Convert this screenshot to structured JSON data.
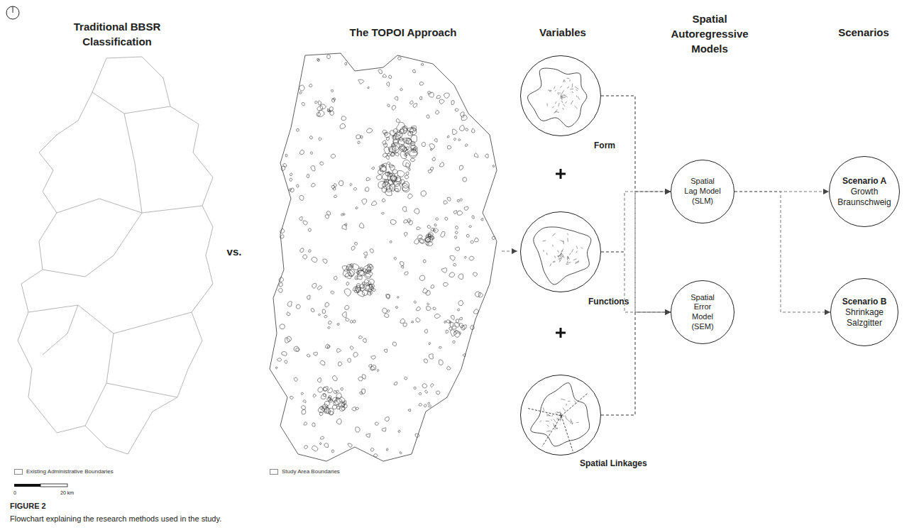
{
  "diagram": {
    "caption": "Flowchart explaining the research methods used in the study.",
    "nodes": [
      {
        "text": [
          "Form"
        ]
      },
      {
        "text": [
          "Functions"
        ]
      },
      {
        "text": [
          "Spatial Linkages"
        ]
      },
      {
        "text": [
          "Spatial Lag Model (SLM)"
        ]
      },
      {
        "text": [
          "Spatial Error Model (SEM)"
        ]
      },
      {
        "text": [
          "Scenario A",
          "Growth Braunschweig"
        ]
      },
      {
        "text": [
          "Scenario B",
          "Shrinkage Salzgitter"
        ]
      }
    ],
    "edges": [
      {
        "from": 0,
        "to": 3,
        "arrow": "to"
      },
      {
        "from": 0,
        "to": 4,
        "arrow": "to"
      },
      {
        "from": 1,
        "to": 3,
        "arrow": "to"
      },
      {
        "from": 1,
        "to": 4,
        "arrow": "to"
      },
      {
        "from": 2,
        "to": 3,
        "arrow": "to"
      },
      {
        "from": 2,
        "to": 4,
        "arrow": "to"
      },
      {
        "from": 3,
        "to": 5,
        "arrow": "to"
      },
      {
        "from": 3,
        "to": 6,
        "arrow": "to"
      }
    ],
    "labels": [
      "Traditional BBSR Classification",
      "The TOPOI Approach",
      "Variables",
      "Spatial Autoregressive Models",
      "Scenarios",
      "vs.",
      "0",
      "20 km",
      "FIGURE 2"
    ],
    "legend": [
      {
        "text": "Existing Administrative Boundaries"
      },
      {
        "text": "Study Area Boundaries"
      }
    ]
  }
}
